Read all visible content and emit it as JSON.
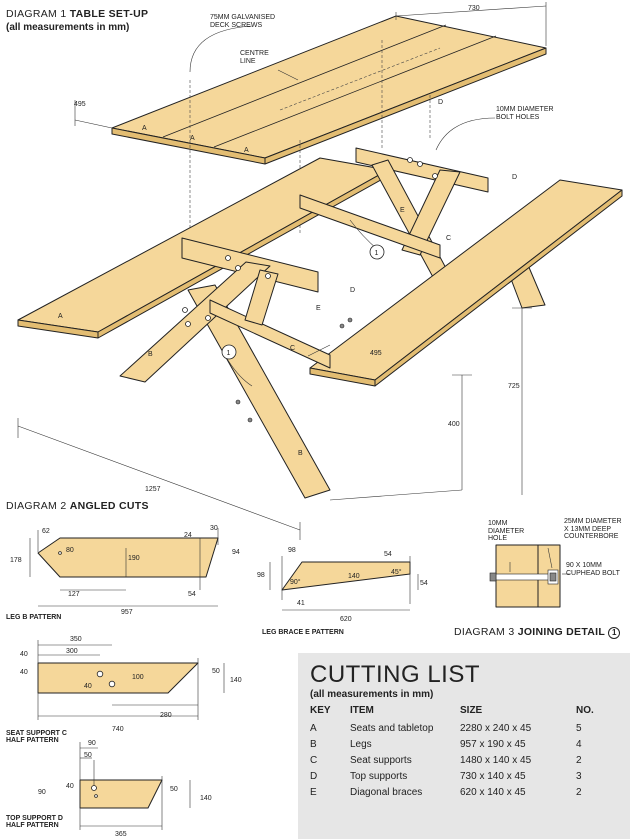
{
  "diagram1": {
    "title_prefix": "DIAGRAM 1 ",
    "title_bold": "TABLE SET-UP",
    "subtitle": "(all measurements in mm)",
    "screws": "75MM GALVANISED\nDECK SCREWS",
    "centre": "CENTRE\nLINE",
    "bolt_holes": "10MM DIAMETER\nBOLT HOLES",
    "dims": {
      "d730": "730",
      "d495a": "495",
      "d495b": "495",
      "d725": "725",
      "d400": "400",
      "d1257": "1257"
    },
    "parts": {
      "A": "A",
      "B": "B",
      "C": "C",
      "D": "D",
      "E": "E",
      "one": "1"
    }
  },
  "diagram2": {
    "title_prefix": "DIAGRAM 2 ",
    "title_bold": "ANGLED CUTS",
    "leg_b": {
      "label": "LEG B PATTERN",
      "d62": "62",
      "d24": "24",
      "d30": "30",
      "d178": "178",
      "d80": "80",
      "d190": "190",
      "d94": "94",
      "d127": "127",
      "d54": "54",
      "d957": "957"
    },
    "leg_brace": {
      "label": "LEG BRACE E PATTERN",
      "d98a": "98",
      "d54a": "54",
      "d98b": "98",
      "d140": "140",
      "d45": "45°",
      "d90": "90°",
      "d54b": "54",
      "d41": "41",
      "d620": "620"
    },
    "seat_c": {
      "label": "SEAT SUPPORT C\nHALF PATTERN",
      "d350": "350",
      "d300": "300",
      "d40a": "40",
      "d40b": "40",
      "d40c": "40",
      "d100": "100",
      "d50": "50",
      "d140": "140",
      "d280": "280",
      "d740": "740"
    },
    "top_d": {
      "label": "TOP SUPPORT D\nHALF PATTERN",
      "d90a": "90",
      "d50a": "50",
      "d90b": "90",
      "d40": "40",
      "d50b": "50",
      "d140": "140",
      "d365": "365"
    }
  },
  "diagram3": {
    "title_prefix": "DIAGRAM 3 ",
    "title_bold": "JOINING DETAIL",
    "circle": "1",
    "hole": "10MM\nDIAMETER\nHOLE",
    "counterbore": "25MM DIAMETER\nX 13MM DEEP\nCOUNTERBORE",
    "bolt": "90 X 10MM\nCUPHEAD BOLT"
  },
  "cutting_list": {
    "title": "CUTTING LIST",
    "subtitle": "(all measurements in mm)",
    "headers": [
      "KEY",
      "ITEM",
      "SIZE",
      "NO."
    ],
    "rows": [
      [
        "A",
        "Seats and tabletop",
        "2280 x 240 x 45",
        "5"
      ],
      [
        "B",
        "Legs",
        "957 x 190 x 45",
        "4"
      ],
      [
        "C",
        "Seat supports",
        "1480 x 140 x 45",
        "2"
      ],
      [
        "D",
        "Top supports",
        "730 x 140 x 45",
        "3"
      ],
      [
        "E",
        "Diagonal braces",
        "620 x 140 x 45",
        "2"
      ]
    ]
  },
  "colors": {
    "wood": "#f5d79a",
    "wood_dark": "#e3bd72",
    "line": "#222222",
    "panel": "#e6e6e6"
  }
}
